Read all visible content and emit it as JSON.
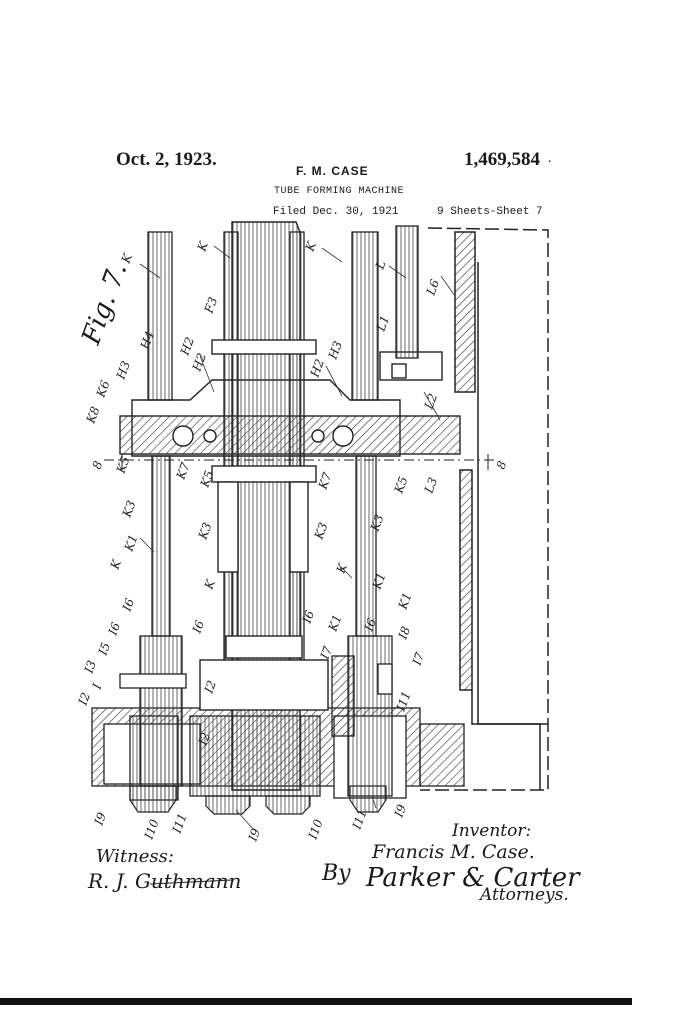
{
  "header": {
    "date": "Oct. 2, 1923.",
    "inventor_name": "F. M. CASE",
    "patent_number": "1,469,584",
    "title": "TUBE FORMING MACHINE",
    "filed": "Filed Dec. 30, 1921",
    "sheets": "9 Sheets-Sheet 7"
  },
  "figure": {
    "label": "Fig. 7."
  },
  "labels": {
    "K": "K",
    "K1": "K1",
    "K3": "K3",
    "K5": "K5",
    "K6": "K6",
    "K7": "K7",
    "K8": "K8",
    "F3": "F3",
    "H2": "H2",
    "H3": "H3",
    "H4": "H4",
    "L": "L",
    "L1": "L1",
    "L2": "L2",
    "L3": "L3",
    "L6": "L6",
    "I": "I",
    "I2": "I2",
    "I3": "I3",
    "I5": "I5",
    "I6": "I6",
    "I7": "I7",
    "I8": "I8",
    "I9": "I9",
    "I10": "I10",
    "I11": "I11",
    "section": "8"
  },
  "signatures": {
    "inventor_caption": "Inventor:",
    "inventor_name": "Francis M. Case.",
    "by": "By",
    "attorneys_name": "Parker & Carter",
    "attorneys_caption": "Attorneys.",
    "witness_caption": "Witness:",
    "witness_name": "R. J. Guthmann"
  }
}
